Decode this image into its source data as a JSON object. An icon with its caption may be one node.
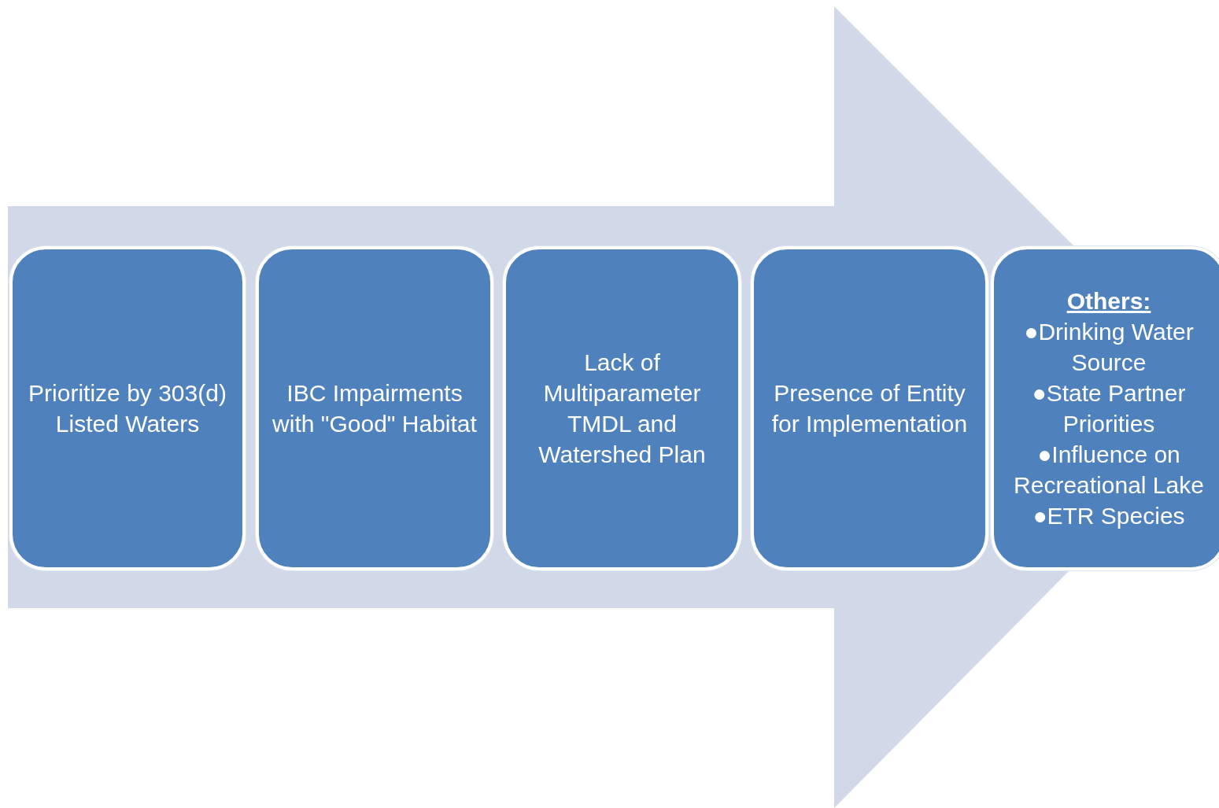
{
  "diagram": {
    "nodes": [
      {
        "text": [
          "Prioritize by 303(d) Listed Waters"
        ]
      },
      {
        "text": [
          "IBC Impairments with \"Good\" Habitat"
        ]
      },
      {
        "text": [
          "Lack of Multiparameter TMDL and Watershed Plan"
        ]
      },
      {
        "text": [
          "Presence of Entity for Implementation"
        ]
      },
      {
        "text": [
          "Others:",
          "●Drinking Water Source",
          "●State Partner Priorities",
          "●Influence on Recreational Lake",
          "●ETR Species"
        ]
      }
    ],
    "edges": [
      {
        "from": 0,
        "to": 4,
        "arrow": "to"
      }
    ]
  }
}
